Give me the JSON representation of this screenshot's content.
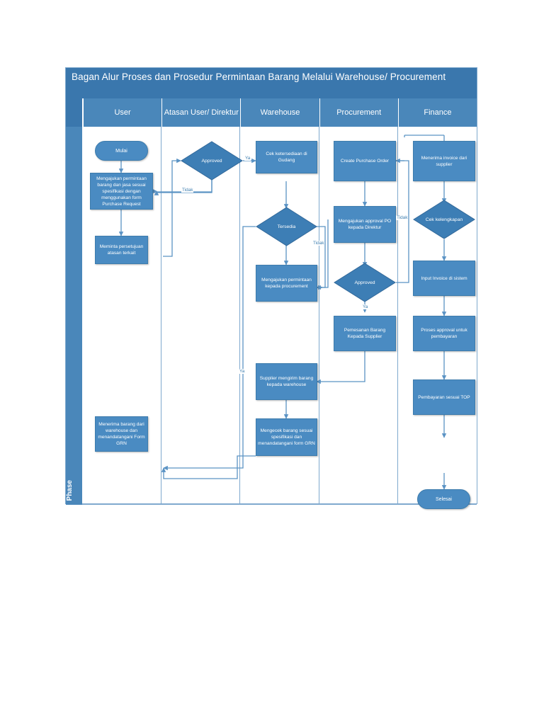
{
  "chart_data": {
    "type": "diagram",
    "title": "Bagan Alur Proses dan Prosedur Permintaan Barang Melalui Warehouse/ Procurement",
    "phase_label": "Phase",
    "lanes": [
      "User",
      "Atasan User/ Direktur",
      "Warehouse",
      "Procurement",
      "Finance"
    ],
    "nodes": [
      {
        "id": "n1",
        "lane": "User",
        "shape": "terminator",
        "text": "Mulai"
      },
      {
        "id": "n2",
        "lane": "User",
        "shape": "process",
        "text": "Mengajukan permintaan barang dan jasa sesuai spesifikasi dengan menggunakan form Purchase Request"
      },
      {
        "id": "n3",
        "lane": "User",
        "shape": "process",
        "text": "Meminta persetujuan atasan terkait"
      },
      {
        "id": "n4",
        "lane": "Atasan User/ Direktur",
        "shape": "decision",
        "text": "Approved"
      },
      {
        "id": "n5",
        "lane": "Warehouse",
        "shape": "process",
        "text": "Cek ketersediaan di Gudang"
      },
      {
        "id": "n6",
        "lane": "Warehouse",
        "shape": "decision",
        "text": "Tersedia"
      },
      {
        "id": "n7",
        "lane": "Warehouse",
        "shape": "process",
        "text": "Mengajukan permintaan kepada procurement"
      },
      {
        "id": "n8",
        "lane": "Procurement",
        "shape": "process",
        "text": "Create Purchase Order"
      },
      {
        "id": "n9",
        "lane": "Procurement",
        "shape": "process",
        "text": "Mengajukan approval PO kepada Direktur"
      },
      {
        "id": "n10",
        "lane": "Procurement",
        "shape": "decision",
        "text": "Approved"
      },
      {
        "id": "n11",
        "lane": "Procurement",
        "shape": "process",
        "text": "Pemesanan Barang Kepada Supplier"
      },
      {
        "id": "n12",
        "lane": "Warehouse",
        "shape": "process",
        "text": "Supplier mengirim barang kepada warehouse"
      },
      {
        "id": "n13",
        "lane": "Warehouse",
        "shape": "process",
        "text": "Mengecek barang sesuai spesifikasi dan menandatangani form GRN"
      },
      {
        "id": "n14",
        "lane": "User",
        "shape": "process",
        "text": "Menerima barang dari warehouse dan menandatangani Form GRN"
      },
      {
        "id": "n15",
        "lane": "Finance",
        "shape": "process",
        "text": "Menerima invoice dari supplier"
      },
      {
        "id": "n16",
        "lane": "Finance",
        "shape": "decision",
        "text": "Cek kelengkapan"
      },
      {
        "id": "n17",
        "lane": "Finance",
        "shape": "process",
        "text": "Input Invoice di sistem"
      },
      {
        "id": "n18",
        "lane": "Finance",
        "shape": "process",
        "text": "Proses approval untuk pembayaran"
      },
      {
        "id": "n19",
        "lane": "Finance",
        "shape": "process",
        "text": "Pembayaran sesuai TOP"
      },
      {
        "id": "n20",
        "lane": "Finance",
        "shape": "terminator",
        "text": "Selesai"
      }
    ],
    "edge_labels": [
      {
        "id": "e1",
        "text": "Ya",
        "from": "n4",
        "to": "n5"
      },
      {
        "id": "e2",
        "text": "Tidak",
        "from": "n4",
        "to": "n2"
      },
      {
        "id": "e3",
        "text": "Tidak",
        "from": "n6",
        "to": "n7"
      },
      {
        "id": "e4",
        "text": "Ya",
        "from": "n6",
        "to": "n14"
      },
      {
        "id": "e5",
        "text": "Tidak",
        "from": "n10",
        "to": "n8"
      },
      {
        "id": "e6",
        "text": "Ya",
        "from": "n10",
        "to": "n11"
      }
    ],
    "colors": {
      "title_band": "#3a77ad",
      "lane_header": "#4a87ba",
      "node_fill": "#4a8bc2",
      "connector": "#5b93c4",
      "lane_border": "#7fa9ce",
      "text_on_fill": "#ffffff"
    }
  }
}
